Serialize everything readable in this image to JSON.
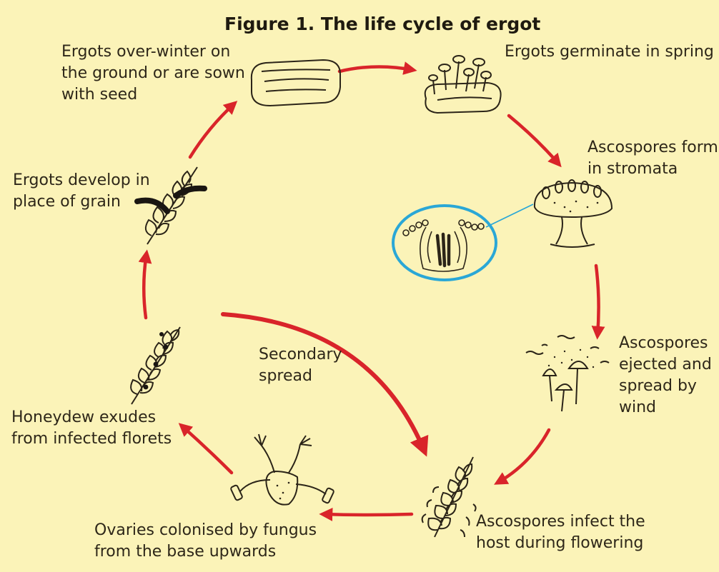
{
  "title": "Figure 1. The life cycle of ergot",
  "stages": {
    "overwinter": "Ergots over-winter on\nthe ground or are sown\nwith seed",
    "germinate": "Ergots germinate in spring",
    "ascospores_form": "Ascospores form\nin stromata",
    "ejected": "Ascospores\nejected and\nspread by\nwind",
    "infect": "Ascospores infect the\nhost during flowering",
    "colonised": "Ovaries colonised by fungus\nfrom the base upwards",
    "honeydew": "Honeydew exudes\nfrom infected florets",
    "develop": "Ergots develop in\nplace of grain",
    "secondary": "Secondary\nspread"
  },
  "colors": {
    "background": "#fbf3b8",
    "arrow": "#d9242a",
    "highlight_ring": "#2aa7d6",
    "ink": "#2b2418",
    "ergot": "#1a1612"
  },
  "icons": {
    "overwinter": "ergot-sclerotium-icon",
    "germinate": "germinating-ergot-icon",
    "stroma": "stroma-head-icon",
    "perithecium": "perithecium-closeup-icon",
    "wind": "ascospore-wind-icon",
    "flower": "flowering-ear-icon",
    "ovary": "colonised-ovary-icon",
    "honeydew": "honeydew-ear-icon",
    "ergot_ear": "ergot-ear-icon"
  }
}
